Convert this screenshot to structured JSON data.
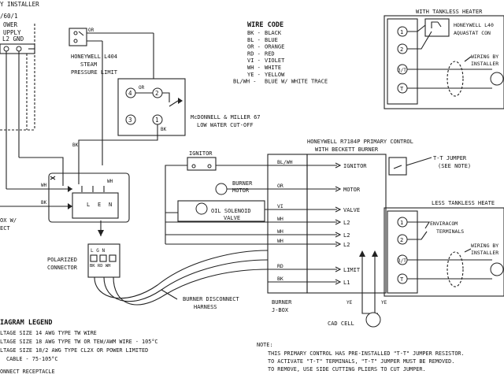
{
  "top_left": {
    "lines": [
      "Y INSTALLER",
      "/60/1",
      "OWER",
      "UPPLY"
    ],
    "terminals": "L2 GND"
  },
  "steam_limit": {
    "lines": [
      "HONEYWELL L404",
      "STEAM",
      "PRESSURE LIMIT"
    ],
    "wire_label": "OR"
  },
  "wire_code": {
    "title": "WIRE CODE",
    "rows": [
      [
        "BK",
        "BLACK"
      ],
      [
        "BL",
        "BLUE"
      ],
      [
        "OR",
        "ORANGE"
      ],
      [
        "RD",
        "RED"
      ],
      [
        "VI",
        "VIOLET"
      ],
      [
        "WH",
        "WHITE"
      ],
      [
        "YE",
        "YELLOW"
      ],
      [
        "BL/WH",
        "BLUE W/ WHITE TRACE"
      ]
    ]
  },
  "tankless_with": {
    "title": "WITH TANKLESS HEATER",
    "control": [
      "HONEYWELL L40",
      "AQUASTAT CON"
    ],
    "wiring": [
      "WIRING BY",
      "INSTALLER"
    ],
    "terminals": [
      "1",
      "2",
      "3/T",
      "T"
    ]
  },
  "mcdonnell": {
    "lines": [
      "McDONNELL & MILLER 67",
      "LOW WATER CUT-OFF"
    ],
    "terminals": [
      "4",
      "2",
      "3",
      "1"
    ],
    "wire_labels": [
      "OR",
      "BK"
    ]
  },
  "primary_control": {
    "lines": [
      "HONEYWELL R7184P PRIMARY CONTROL",
      "WITH BECKETT BURNER"
    ],
    "terminals": [
      "IGNITOR",
      "MOTOR",
      "VALVE",
      "L2",
      "L2",
      "L2",
      "LIMIT",
      "L1"
    ],
    "wire_codes": [
      "BL/WH",
      "OR",
      "VI",
      "WH",
      "WH",
      "WH",
      "RD",
      "BK"
    ]
  },
  "components": {
    "ignitor": "IGNITOR",
    "burner_motor": [
      "BURNER",
      "MOTOR"
    ],
    "oil_valve": [
      "OIL SOLENOID",
      "VALVE"
    ],
    "cad_cell": "CAD CELL",
    "cad_wires": [
      "YE",
      "YE"
    ]
  },
  "tt_jumper": [
    "T-T JUMPER",
    "(SEE NOTE)"
  ],
  "tankless_less": {
    "title": "LESS TANKLESS HEATE",
    "enviracom": [
      "ENVIRACOM",
      "TERMINALS"
    ],
    "wiring": [
      "WIRING BY",
      "INSTALLER"
    ],
    "terminals": [
      "1",
      "2",
      "3/T",
      "T"
    ]
  },
  "junction": {
    "box_label": [
      "OX W/",
      "ECT"
    ],
    "wire_labels": [
      "WH",
      "BK",
      "BK",
      "WH"
    ],
    "terminals": [
      "L",
      "E",
      "N"
    ],
    "polarized": [
      "POLARIZED",
      "CONNECTOR"
    ],
    "plug_labels": [
      "L G N",
      "BK RD WH"
    ]
  },
  "harness": [
    "BURNER DISCONNECT",
    "HARNESS"
  ],
  "jbox": [
    "BURNER",
    "J-BOX"
  ],
  "legend": {
    "title": "IAGRAM LEGEND",
    "lines": [
      "LTAGE SIZE 14 AWG TYPE TW WIRE",
      "LTAGE SIZE 18 AWG TYPE TW OR TEW/AWM WIRE - 105°C",
      "LTAGE SIZE 18/2 AWG TYPE CL2X OR POWER LIMITED",
      "CABLE - 75-105°C",
      "ONNECT RECEPTACLE"
    ]
  },
  "note": {
    "title": "NOTE:",
    "lines": [
      "THIS PRIMARY CONTROL HAS PRE-INSTALLED \"T-T\" JUMPER RESISTOR.",
      "TO ACTIVATE \"T-T\" TERMINALS, \"T-T\" JUMPER MUST BE REMOVED.",
      "TO REMOVE, USE SIDE CUTTING PLIERS TO CUT JUMPER."
    ]
  }
}
